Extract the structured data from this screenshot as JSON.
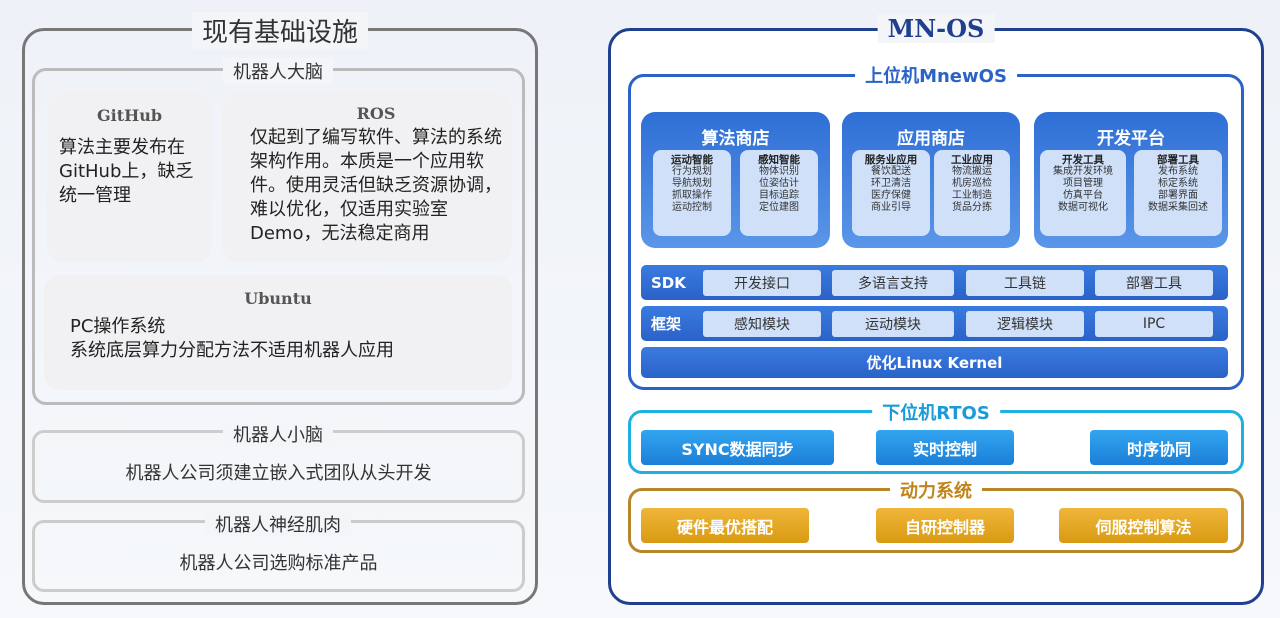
{
  "left": {
    "title": "现有基础设施",
    "brain": {
      "title": "机器人大脑",
      "github": {
        "title": "GitHub",
        "text": "算法主要发布在GitHub上，缺乏统一管理"
      },
      "ros": {
        "title": "ROS",
        "text": "仅起到了编写软件、算法的系统架构作用。本质是一个应用软件。使用灵活但缺乏资源协调，难以优化，仅适用实验室Demo，无法稳定商用"
      },
      "ubuntu": {
        "title": "Ubuntu",
        "line1": "PC操作系统",
        "line2": "系统底层算力分配方法不适用机器人应用"
      }
    },
    "cerebellum": {
      "title": "机器人小脑",
      "text": "机器人公司须建立嵌入式团队从头开发"
    },
    "muscle": {
      "title": "机器人神经肌肉",
      "text": "机器人公司选购标准产品"
    }
  },
  "right": {
    "title": "MN-OS",
    "upper": {
      "title": "上位机MnewOS",
      "cards": [
        {
          "title": "算法商店",
          "subs": [
            {
              "head": "运动智能",
              "items": [
                "行为规划",
                "导航规划",
                "抓取操作",
                "运动控制"
              ]
            },
            {
              "head": "感知智能",
              "items": [
                "物体识别",
                "位姿估计",
                "目标追踪",
                "定位建图"
              ]
            }
          ]
        },
        {
          "title": "应用商店",
          "subs": [
            {
              "head": "服务业应用",
              "items": [
                "餐饮配送",
                "环卫清洁",
                "医疗保健",
                "商业引导"
              ]
            },
            {
              "head": "工业应用",
              "items": [
                "物流搬运",
                "机房巡检",
                "工业制造",
                "货品分拣"
              ]
            }
          ]
        },
        {
          "title": "开发平台",
          "subs": [
            {
              "head": "开发工具",
              "items": [
                "集成开发环境",
                "项目管理",
                "仿真平台",
                "数据可视化"
              ]
            },
            {
              "head": "部署工具",
              "items": [
                "发布系统",
                "标定系统",
                "部署界面",
                "数据采集回述"
              ]
            }
          ]
        }
      ],
      "sdk": {
        "label": "SDK",
        "cells": [
          "开发接口",
          "多语言支持",
          "工具链",
          "部署工具"
        ]
      },
      "framework": {
        "label": "框架",
        "cells": [
          "感知模块",
          "运动模块",
          "逻辑模块",
          "IPC"
        ]
      },
      "kernel": "优化Linux Kernel"
    },
    "lower": {
      "title": "下位机RTOS",
      "buttons": [
        "SYNC数据同步",
        "实时控制",
        "时序协同"
      ]
    },
    "power": {
      "title": "动力系统",
      "buttons": [
        "硬件最优搭配",
        "自研控制器",
        "伺服控制算法"
      ]
    }
  }
}
